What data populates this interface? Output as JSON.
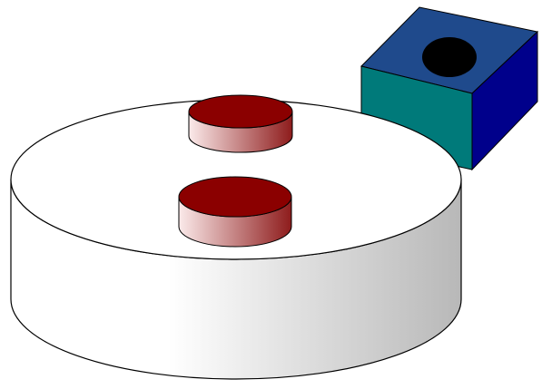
{
  "diagram": {
    "labels": [],
    "objects": [
      {
        "kind": "drum",
        "label": ""
      },
      {
        "kind": "slot",
        "label": ""
      },
      {
        "kind": "slot",
        "label": ""
      },
      {
        "kind": "box",
        "label": ""
      }
    ]
  },
  "colors": {
    "background": "#ffffff",
    "outline": "#000000",
    "drum_light": "#ffffff",
    "drum_dark": "#b8b8b8",
    "slot_top": "#8b0000",
    "slot_side_dark": "#8e1c1c",
    "slot_side_light": "#fbeaea",
    "box_top": "#1f4a8c",
    "box_front": "#007a7a",
    "box_side": "#00008b",
    "hole": "#000000"
  }
}
